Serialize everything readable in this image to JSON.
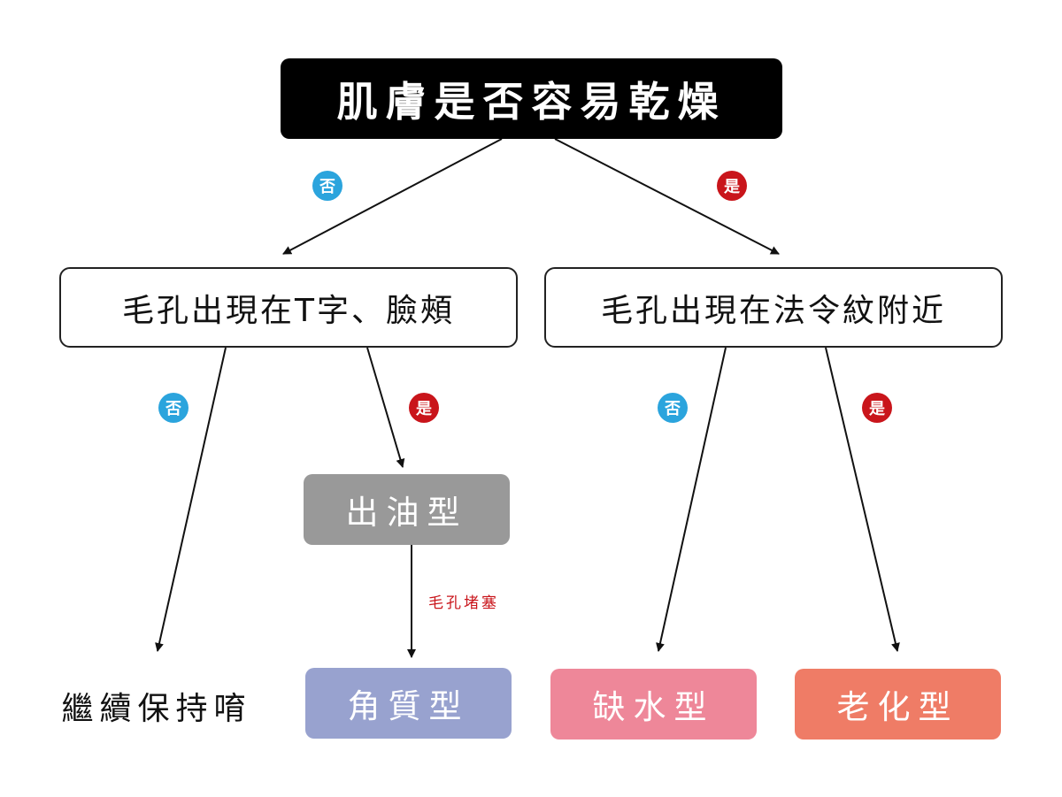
{
  "nodes": {
    "root": "肌膚是否容易乾燥",
    "q_left": "毛孔出現在T字、臉頰",
    "q_right": "毛孔出現在法令紋附近",
    "oily": "出油型",
    "keratin": "角質型",
    "dry": "缺水型",
    "aging": "老化型",
    "keep": "繼續保持唷"
  },
  "edges": {
    "no_label": "否",
    "yes_label": "是",
    "pore_note": "毛孔堵塞"
  },
  "colors": {
    "no": "#2ba4dd",
    "yes": "#c9151b",
    "oily": "#999999",
    "keratin": "#98a2cf",
    "dry": "#ee8799",
    "aging": "#ef7c66"
  }
}
